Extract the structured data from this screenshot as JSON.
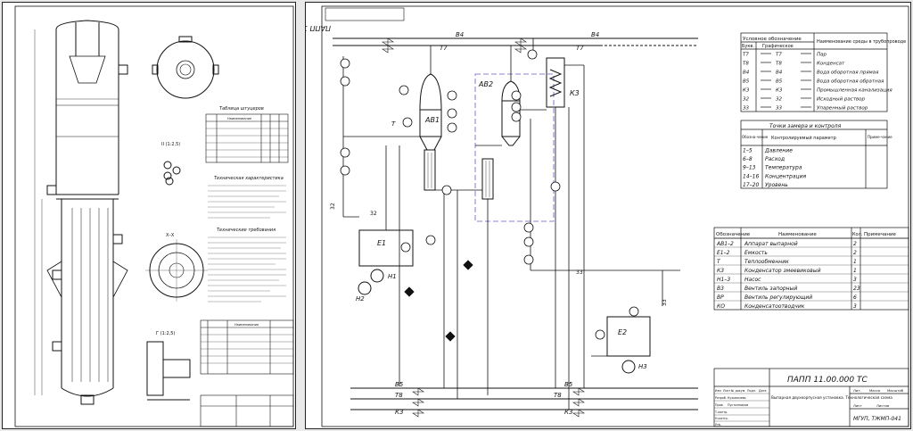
{
  "left_sheet": {
    "nozzle_table_title": "Таблица штуцеров",
    "nozzle_table_header": "Наименование",
    "tech_title": "Техническая характеристика",
    "tech_req_title": "Технические требования",
    "section_ii": "II (1:2,5)",
    "section_xx": "X–X",
    "section_g": "Г (1:2,5)",
    "spec_header": "Наименование"
  },
  "right_sheet": {
    "stamp_mirror": "ПАПП 11.00.000 ТС",
    "pipes": {
      "b4_top": "В4",
      "t7_top": "Т7",
      "b4_right": "В4",
      "t7_right": "Т7",
      "b5_bottom": "В5",
      "t8_bottom": "Т8",
      "k3_bottom": "К3",
      "b5_bottom_r": "В5",
      "t8_bottom_r": "Т8",
      "k3_bottom_r": "К3",
      "p32": "32",
      "p33": "33",
      "p33b": "33",
      "p32b": "32"
    },
    "equipment": {
      "ab1": "АВ1",
      "ab2": "АВ2",
      "e1": "Е1",
      "e2": "Е2",
      "k3": "К3",
      "h1": "Н1",
      "h2": "Н2",
      "h3": "Н3",
      "t": "Т"
    },
    "pipe_legend": {
      "col1": "Условное обозначение",
      "col1a": "Букв.",
      "col1b": "Графическое",
      "col2": "Наименование среды в трубопроводе",
      "rows": [
        {
          "code": "Т7",
          "name": "Пар"
        },
        {
          "code": "Т8",
          "name": "Конденсат"
        },
        {
          "code": "В4",
          "name": "Вода оборотная прямая"
        },
        {
          "code": "В5",
          "name": "Вода оборотная обратная"
        },
        {
          "code": "К3",
          "name": "Промышленная канализация"
        },
        {
          "code": "32",
          "name": "Исходный раствор"
        },
        {
          "code": "33",
          "name": "Упаренный раствор"
        }
      ]
    },
    "control_points": {
      "title": "Точки замера и контроля",
      "col1": "Обозна-чение",
      "col2": "Контролируемый параметр",
      "col3": "Приме-чание",
      "rows": [
        {
          "code": "1–5",
          "param": "Давление"
        },
        {
          "code": "6–8",
          "param": "Расход"
        },
        {
          "code": "9–13",
          "param": "Температура"
        },
        {
          "code": "14–16",
          "param": "Концентрация"
        },
        {
          "code": "17–20",
          "param": "Уровень"
        }
      ]
    },
    "equipment_list": {
      "col1": "Обозначение",
      "col2": "Наименование",
      "col3": "Кол.",
      "col4": "Примечание",
      "rows": [
        {
          "code": "АВ1–2",
          "name": "Аппарат выпарной",
          "qty": "2"
        },
        {
          "code": "Е1–2",
          "name": "Емкость",
          "qty": "2"
        },
        {
          "code": "Т",
          "name": "Теплообменник",
          "qty": "1"
        },
        {
          "code": "К3",
          "name": "Конденсатор змеевиковый",
          "qty": "1"
        },
        {
          "code": "Н1–3",
          "name": "Насос",
          "qty": "3"
        },
        {
          "code": "В3",
          "name": "Вентиль запорный",
          "qty": "23"
        },
        {
          "code": "ВР",
          "name": "Вентиль регулирующий",
          "qty": "6"
        },
        {
          "code": "КО",
          "name": "Конденсатоотводчик",
          "qty": "3"
        }
      ]
    },
    "title_block": {
      "code": "ПАПП 11.00.000 ТС",
      "description": "Выпарная двухкорпусная установка. Технологическая схема",
      "org": "МГУП, ТЖМП-041",
      "lit": "Лит.",
      "mass": "Масса",
      "scale": "Масштаб",
      "sheet": "Лист",
      "sheets": "Листов",
      "izm": "Изм",
      "list": "Лист",
      "ndoc": "№ докум.",
      "podp": "Подп.",
      "data": "Дата",
      "razrab": "Разраб.",
      "prov": "Пров.",
      "tkontr": "Т.контр.",
      "nkontr": "Н.контр.",
      "utv": "Утв.",
      "author1": "Кузьмичева",
      "author2": "Пустынников"
    }
  }
}
